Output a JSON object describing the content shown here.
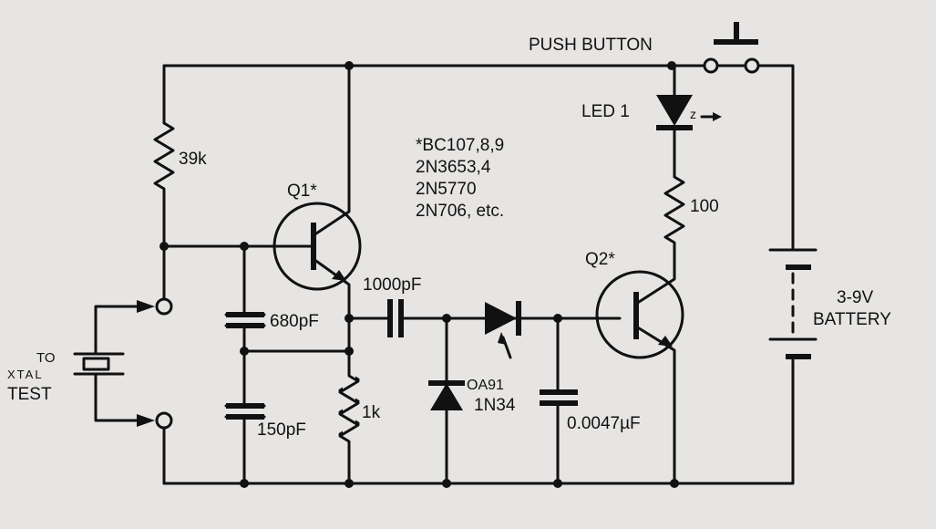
{
  "labels": {
    "push_button": "PUSH BUTTON",
    "led": "LED 1",
    "led_rays": "z",
    "r_39k": "39k",
    "q1": "Q1*",
    "q2": "Q2*",
    "note_lines": [
      "*BC107,8,9",
      "2N3653,4",
      "2N5770",
      "2N706, etc."
    ],
    "r_100": "100",
    "c_1000pf": "1000pF",
    "c_680pf": "680pF",
    "c_150pf": "150pF",
    "r_1k": "1k",
    "diode_1": "OA91",
    "diode_2": "1N34",
    "c_0047": "0.0047µF",
    "battery_1": "3-9V",
    "battery_2": "BATTERY",
    "xtal_1": "TO",
    "xtal_2": "XTAL",
    "xtal_3": "TEST"
  }
}
